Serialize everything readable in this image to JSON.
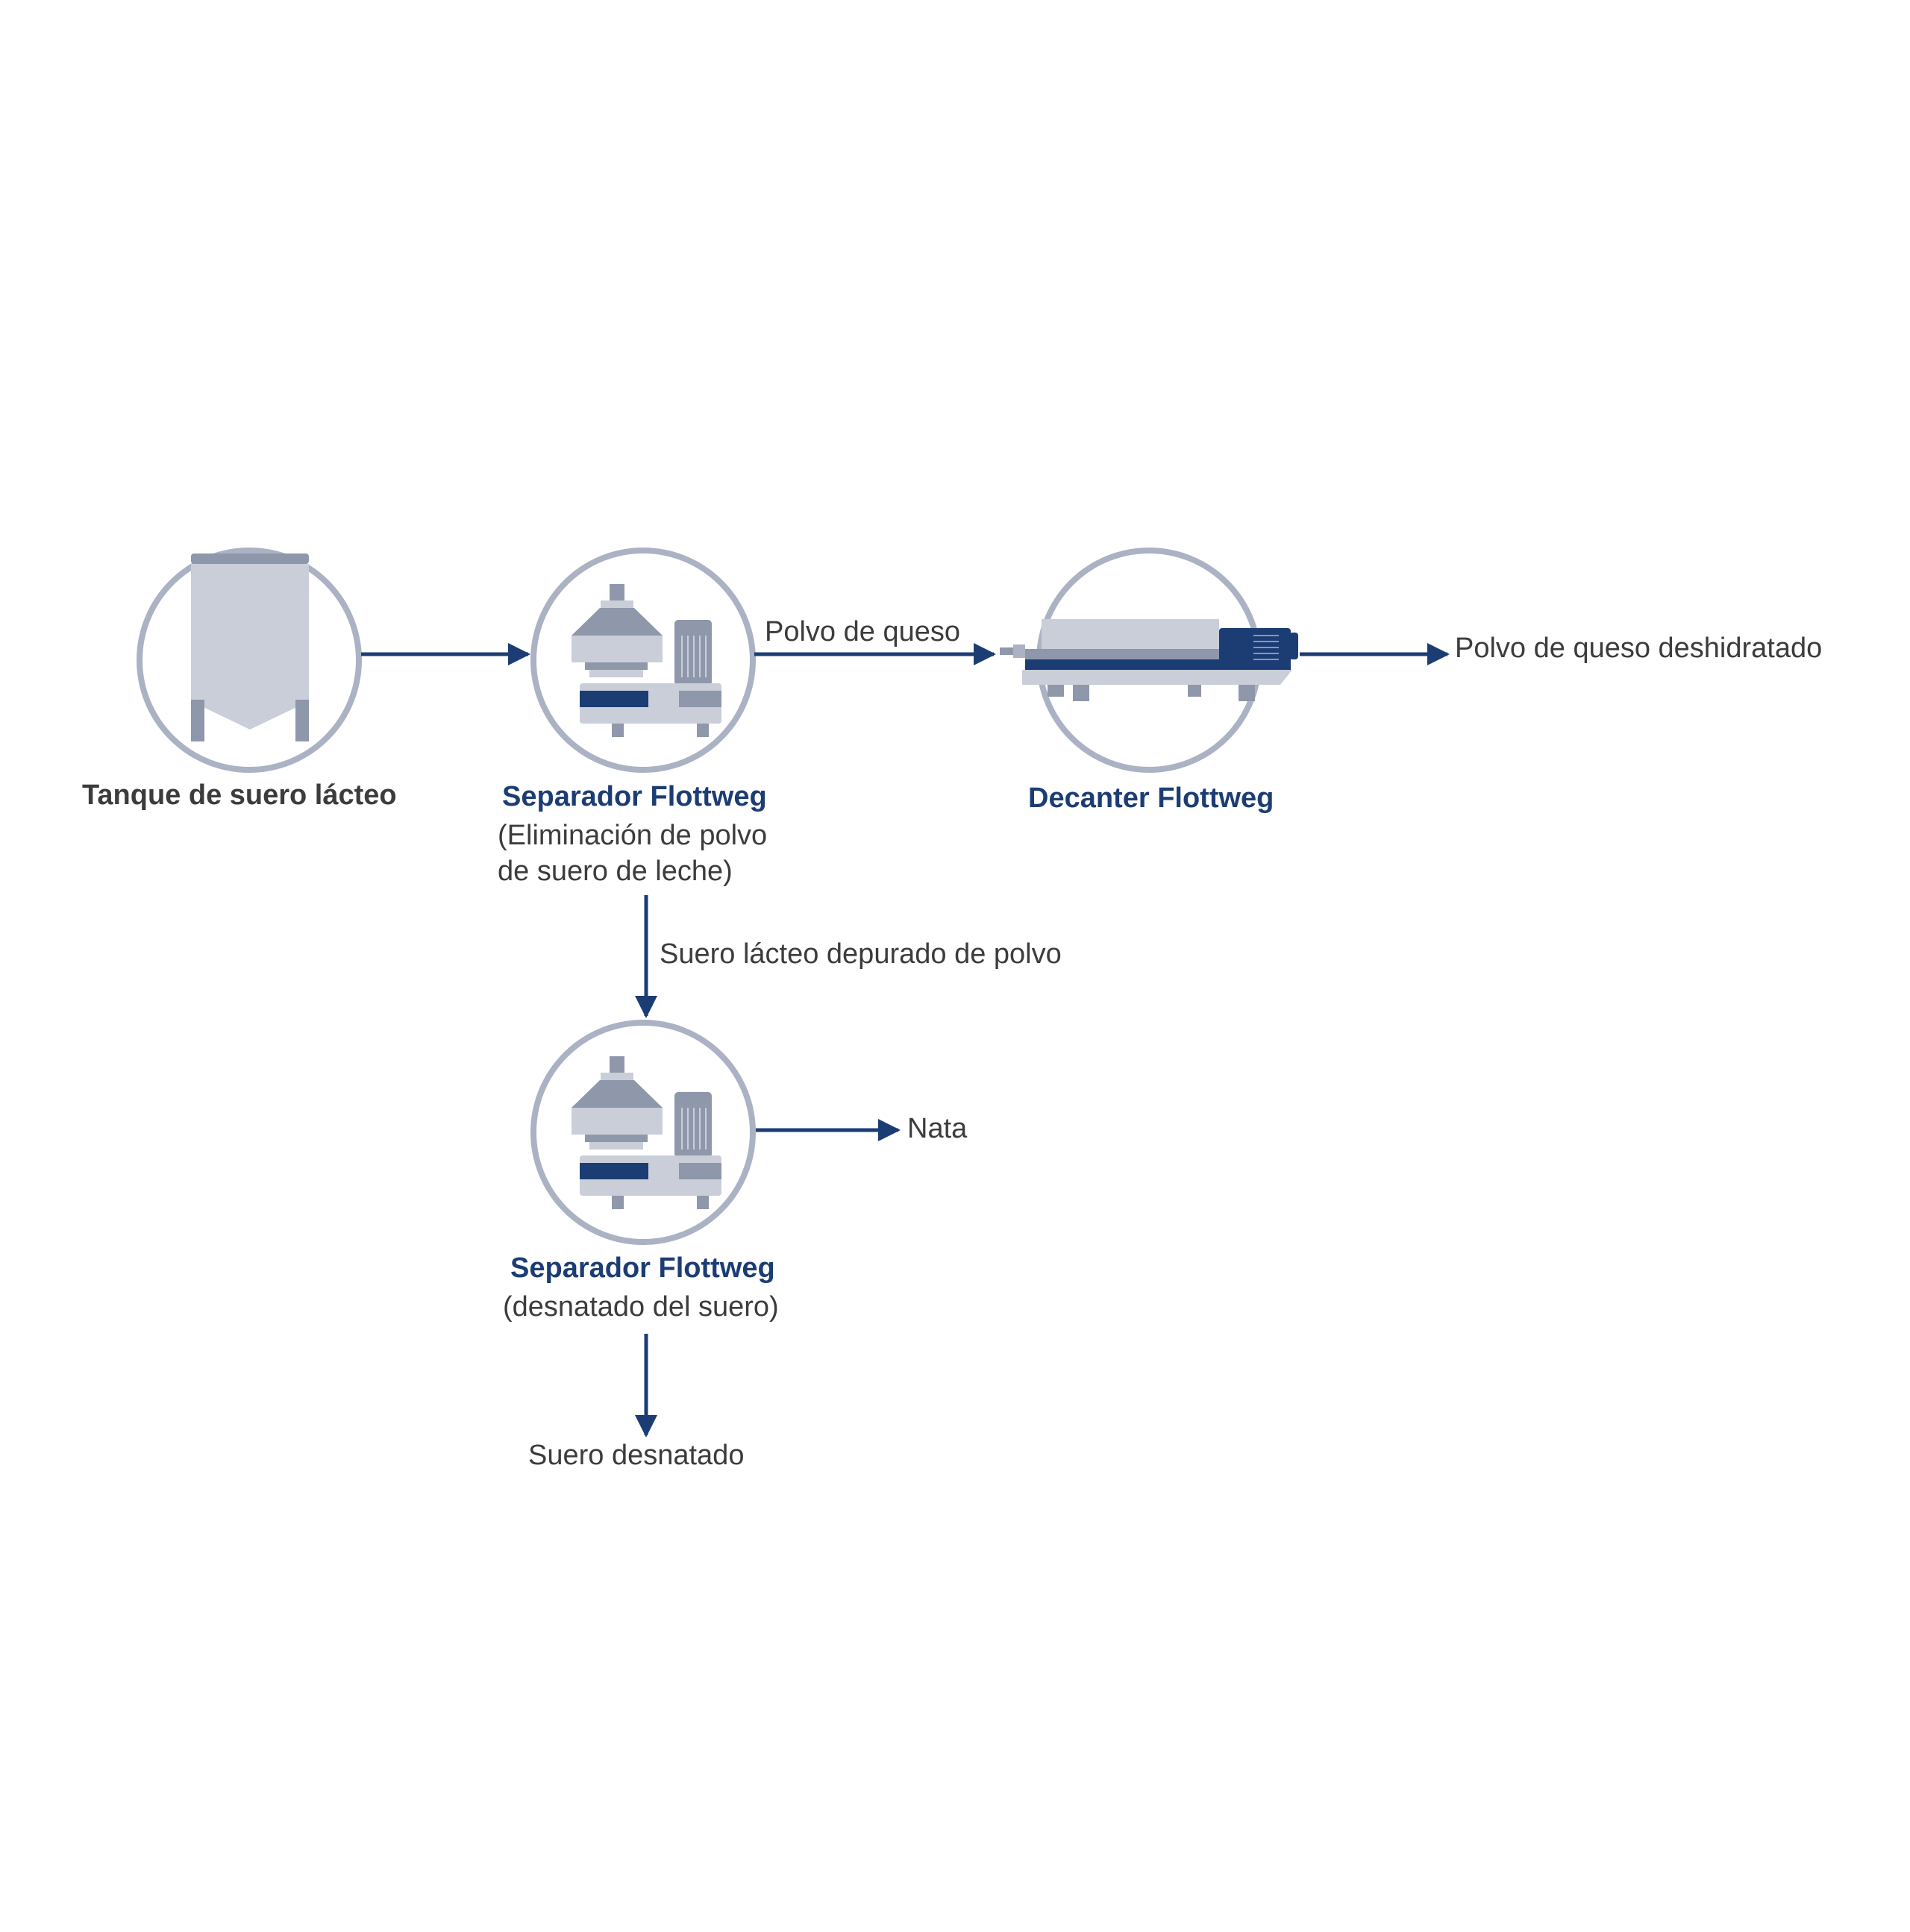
{
  "colors": {
    "navy": "#1c3d74",
    "steel": "#8f97ab",
    "light": "#c9ced8",
    "ring": "#aab2c4",
    "text": "#3c3c3c"
  },
  "nodes": {
    "tank": {
      "icon": "tank-icon",
      "title": "Tanque de suero lácteo"
    },
    "separator1": {
      "icon": "separator-icon",
      "title": "Separador Flottweg",
      "desc_line1": "(Eliminación de polvo",
      "desc_line2": "de suero de leche)"
    },
    "decanter": {
      "icon": "decanter-icon",
      "title": "Decanter Flottweg"
    },
    "separator2": {
      "icon": "separator-icon",
      "title": "Separador Flottweg",
      "desc": "(desnatado del suero)"
    }
  },
  "flows": {
    "cheese_powder": "Polvo de queso",
    "dried_cheese_powder": "Polvo de queso deshidratado",
    "clarified_whey": "Suero lácteo depurado de polvo",
    "cream": "Nata",
    "skimmed_whey": "Suero desnatado"
  }
}
